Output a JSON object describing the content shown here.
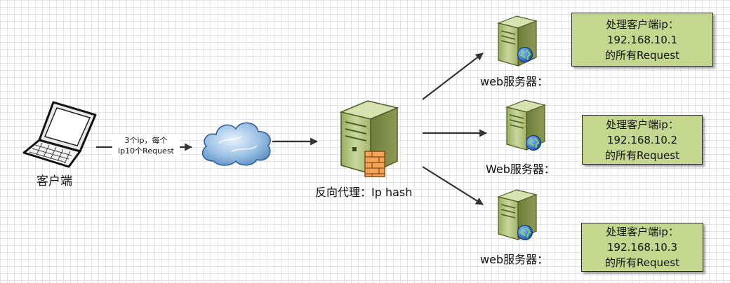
{
  "client": {
    "label": "客户端"
  },
  "edge_label": {
    "line1": "3个ip，每个",
    "line2": "ip10个Request"
  },
  "proxy": {
    "label": "反向代理：Ip hash"
  },
  "servers": [
    {
      "label": "web服务器：",
      "note": {
        "line1": "处理客户端ip：",
        "line2": "192.168.10.1",
        "line3": "的所有Request"
      }
    },
    {
      "label": "Web服务器：",
      "note": {
        "line1": "处理客户端ip：",
        "line2": "192.168.10.2",
        "line3": "的所有Request"
      }
    },
    {
      "label": "web服务器：",
      "note": {
        "line1": "处理客户端ip：",
        "line2": "192.168.10.3",
        "line3": "的所有Request"
      }
    }
  ],
  "colors": {
    "note_fill": "#c5d68f",
    "server_body": "#b8c884",
    "arrow": "#333333"
  },
  "icons": [
    "laptop-icon",
    "cloud-icon",
    "server-icon",
    "firewall-icon",
    "globe-icon"
  ]
}
